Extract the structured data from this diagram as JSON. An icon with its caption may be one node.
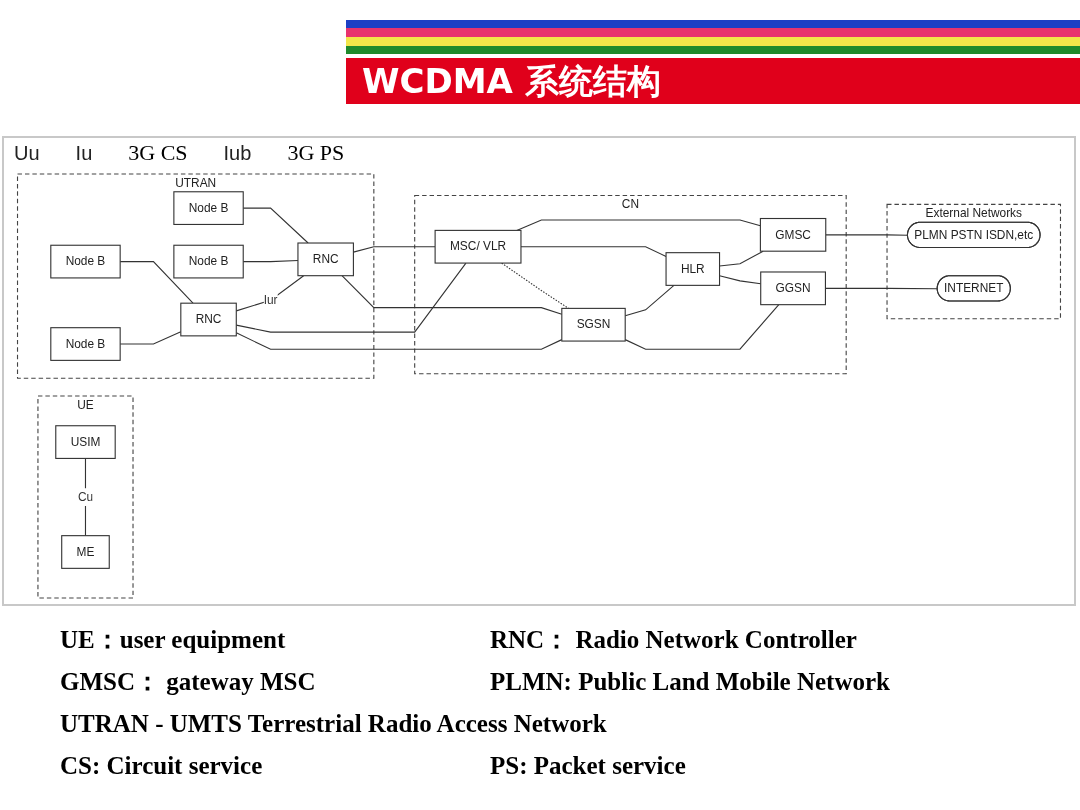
{
  "diagram": {
    "title": "WCDMA 系统结构",
    "nodes": [
      {
        "text": [
          "UE"
        ]
      },
      {
        "text": [
          "USIM"
        ],
        "in": 0
      },
      {
        "text": [
          "ME"
        ],
        "in": 0
      },
      {
        "text": [
          "UTRAN"
        ]
      },
      {
        "text": [
          "Node B"
        ],
        "in": 3
      },
      {
        "text": [
          "Node B"
        ],
        "in": 3
      },
      {
        "text": [
          "Node B"
        ],
        "in": 3
      },
      {
        "text": [
          "Node B"
        ],
        "in": 3
      },
      {
        "text": [
          "RNC"
        ],
        "in": 3
      },
      {
        "text": [
          "RNC"
        ],
        "in": 3
      },
      {
        "text": [
          "CN"
        ]
      },
      {
        "text": [
          "MSC/ VLR"
        ],
        "in": 10
      },
      {
        "text": [
          "GMSC"
        ],
        "in": 10
      },
      {
        "text": [
          "HLR"
        ],
        "in": 10
      },
      {
        "text": [
          "SGSN"
        ],
        "in": 10
      },
      {
        "text": [
          "GGSN"
        ],
        "in": 10
      },
      {
        "text": [
          "External Networks"
        ]
      },
      {
        "text": [
          "PLMN PSTN ISDN,etc"
        ],
        "in": 16
      },
      {
        "text": [
          "INTERNET"
        ],
        "in": 16
      }
    ],
    "edges": [
      {
        "from": 1,
        "to": 2,
        "arrow": "none",
        "label": "Cu"
      },
      {
        "from": 4,
        "to": 8,
        "arrow": "none"
      },
      {
        "from": 5,
        "to": 8,
        "arrow": "none"
      },
      {
        "from": 6,
        "to": 9,
        "arrow": "none"
      },
      {
        "from": 7,
        "to": 9,
        "arrow": "none"
      },
      {
        "from": 8,
        "to": 9,
        "arrow": "none",
        "label": "Iur"
      },
      {
        "from": 8,
        "to": 11,
        "arrow": "none"
      },
      {
        "from": 8,
        "to": 14,
        "arrow": "none"
      },
      {
        "from": 9,
        "to": 11,
        "arrow": "none"
      },
      {
        "from": 9,
        "to": 14,
        "arrow": "none"
      },
      {
        "from": 11,
        "to": 12,
        "arrow": "none"
      },
      {
        "from": 11,
        "to": 13,
        "arrow": "none"
      },
      {
        "from": 11,
        "to": 14,
        "arrow": "none",
        "style": "dashed"
      },
      {
        "from": 14,
        "to": 13,
        "arrow": "none"
      },
      {
        "from": 13,
        "to": 12,
        "arrow": "none"
      },
      {
        "from": 13,
        "to": 15,
        "arrow": "none"
      },
      {
        "from": 14,
        "to": 15,
        "arrow": "none"
      },
      {
        "from": 12,
        "to": 17,
        "arrow": "none"
      },
      {
        "from": 15,
        "to": 18,
        "arrow": "none"
      }
    ],
    "labels": [
      "Uu",
      "Iu",
      "3G CS",
      "Iub",
      "3G PS",
      "UE：user equipment",
      "RNC： Radio Network Controller",
      "GMSC： gateway MSC",
      "PLMN: Public Land Mobile Network",
      "UTRAN - UMTS Terrestrial Radio Access Network",
      "CS: Circuit service",
      "PS: Packet service"
    ]
  }
}
